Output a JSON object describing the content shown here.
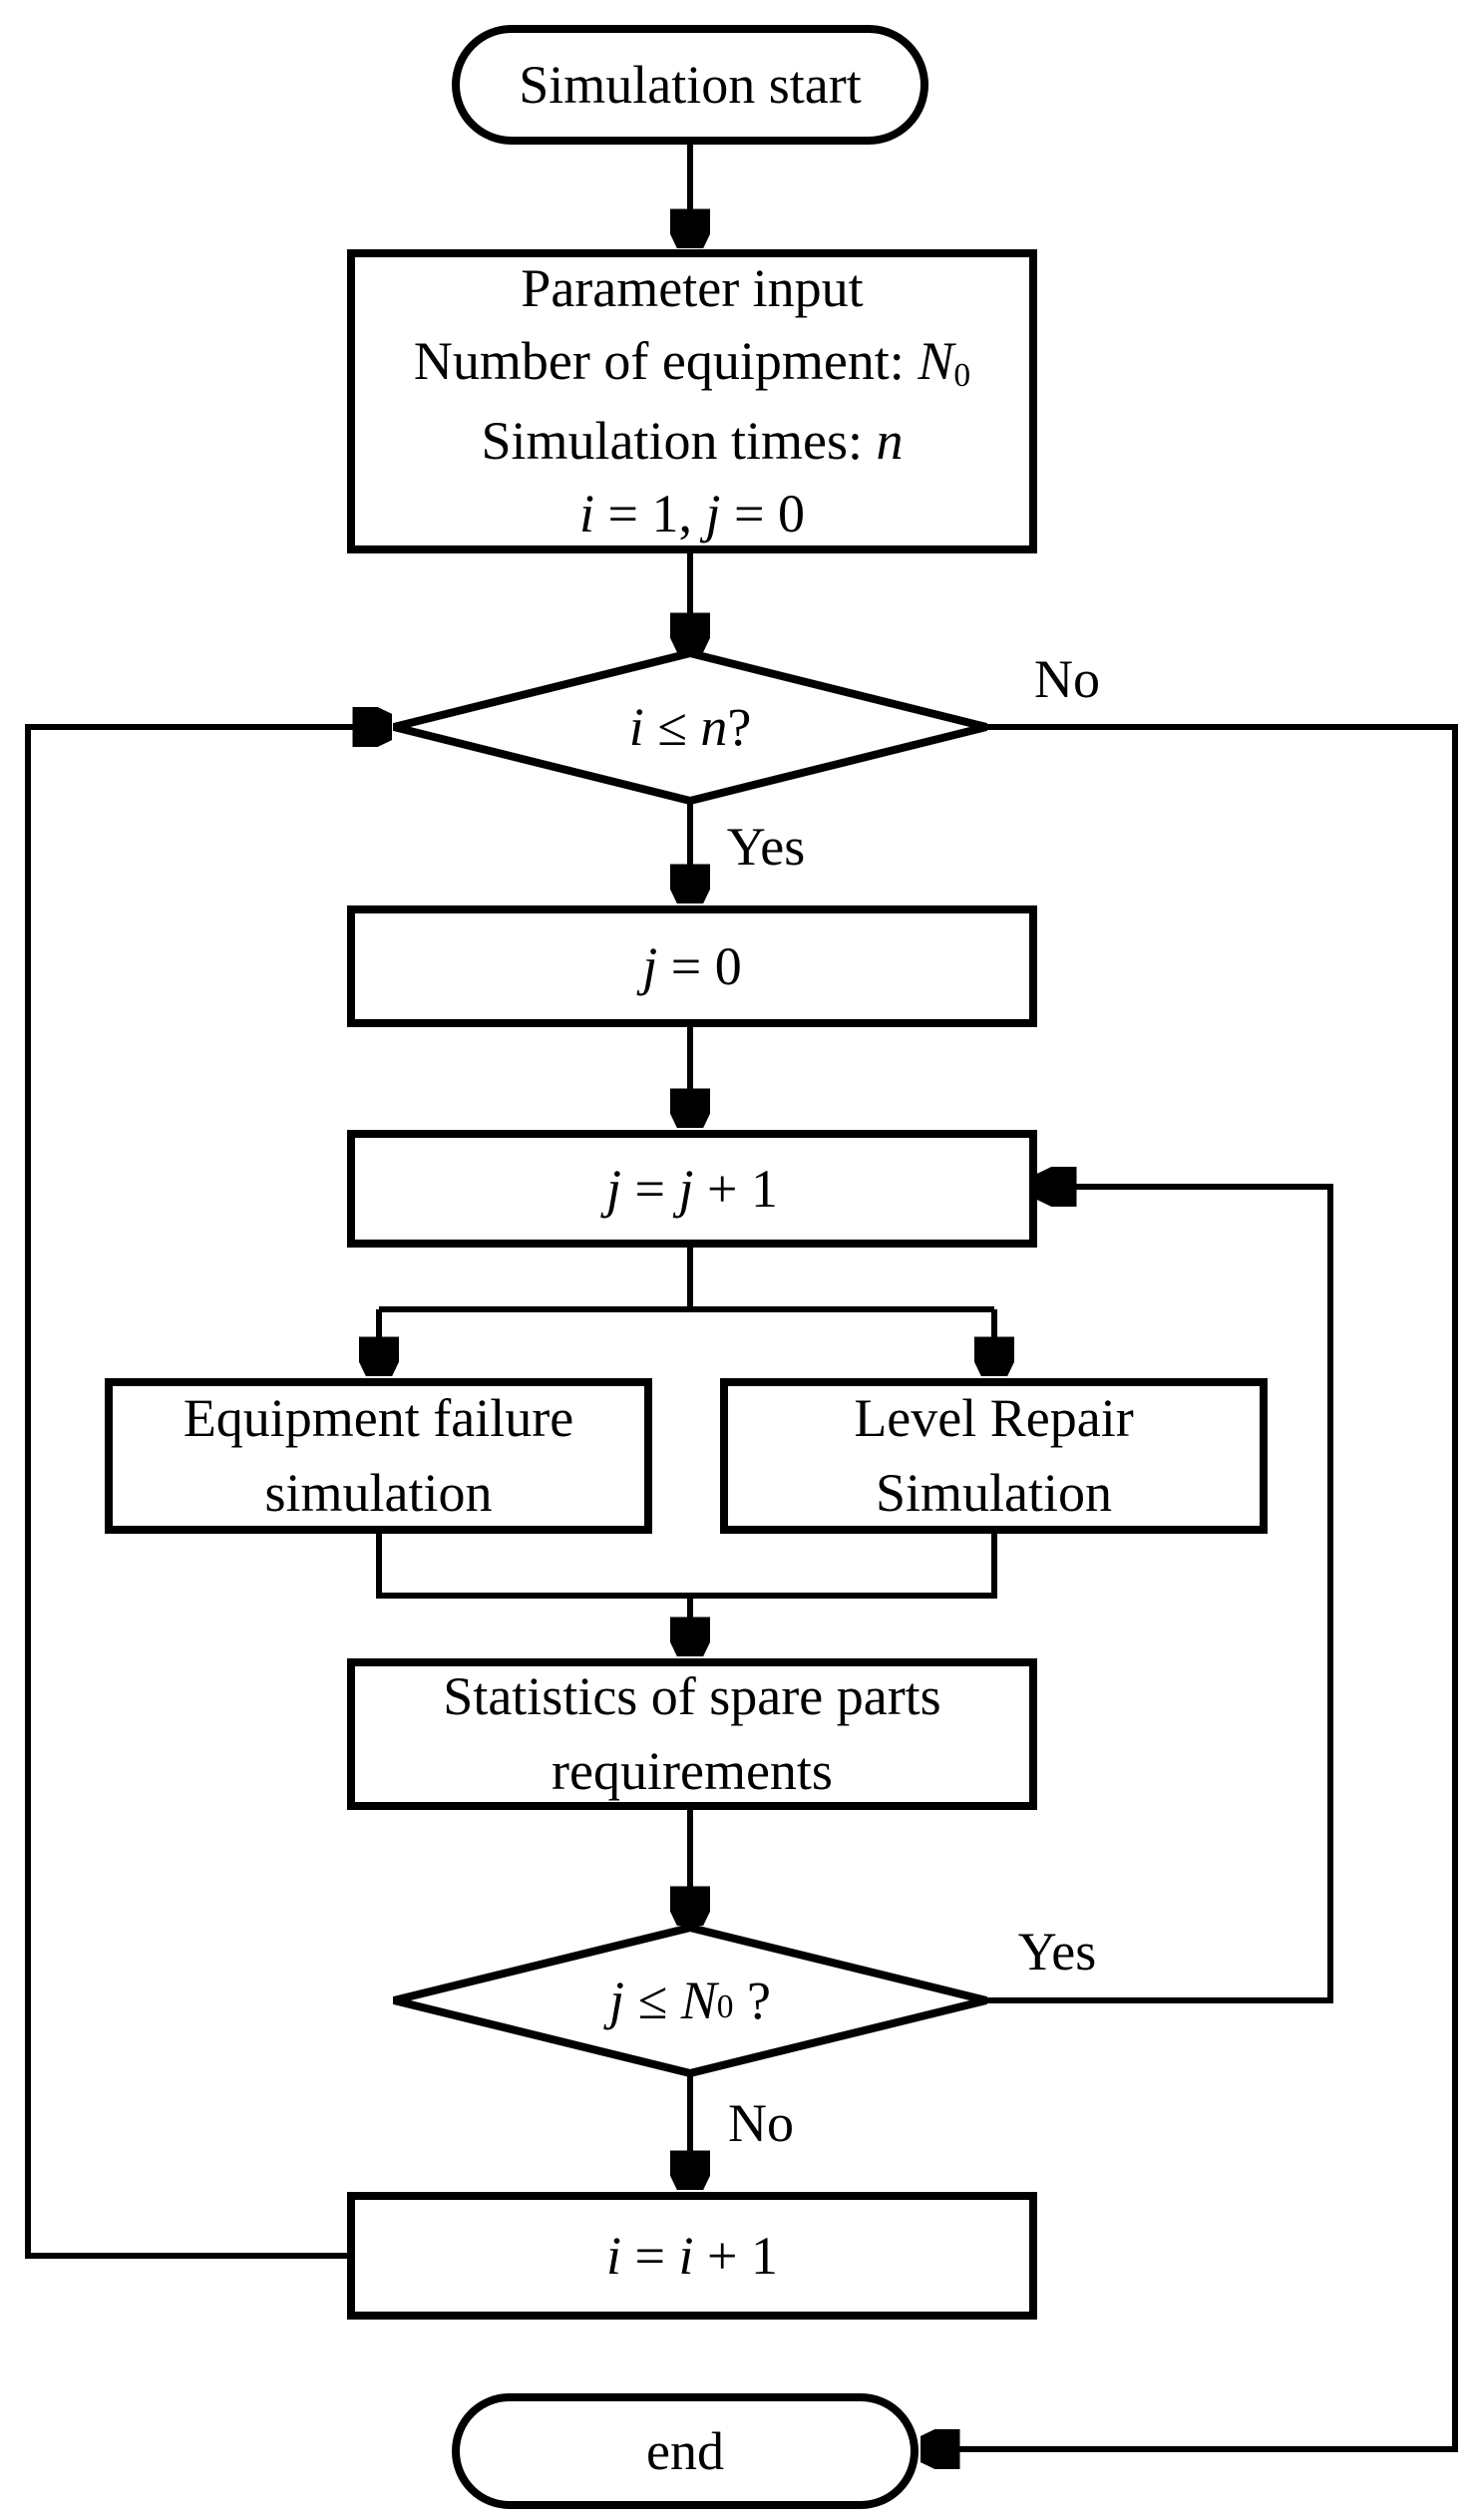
{
  "flowchart": {
    "colors": {
      "line": "#000000",
      "background": "#ffffff"
    },
    "nodes": {
      "start": {
        "label": "Simulation start"
      },
      "param_input": {
        "line1": "Parameter input",
        "line2_label": "Number of equipment: ",
        "line2_var": "N",
        "line2_subscript": "0",
        "line3_label": "Simulation times: ",
        "line3_var": "n",
        "line4_var1": "i",
        "line4_eq1": " = 1, ",
        "line4_var2": "j",
        "line4_eq2": " = 0"
      },
      "decision_i": {
        "var1": "i",
        "operator": " ≤ ",
        "var2": "n",
        "question": "?"
      },
      "set_j_zero": {
        "var": "j",
        "expr": " = 0"
      },
      "increment_j": {
        "var1": "j",
        "eq": " = ",
        "var2": "j",
        "expr": " + 1"
      },
      "equipment_failure": {
        "line1": "Equipment failure",
        "line2": "simulation"
      },
      "level_repair": {
        "line1": "Level Repair",
        "line2": "Simulation"
      },
      "statistics": {
        "line1": "Statistics of spare parts",
        "line2": "requirements"
      },
      "decision_j": {
        "var1": "j",
        "operator": " ≤ ",
        "var2": "N",
        "subscript": "0",
        "question": " ?"
      },
      "increment_i": {
        "var1": "i",
        "eq": " = ",
        "var2": "i",
        "expr": " + 1"
      },
      "end": {
        "label": "end"
      }
    },
    "edge_labels": {
      "decision_i_no": "No",
      "decision_i_yes": "Yes",
      "decision_j_yes": "Yes",
      "decision_j_no": "No"
    }
  }
}
